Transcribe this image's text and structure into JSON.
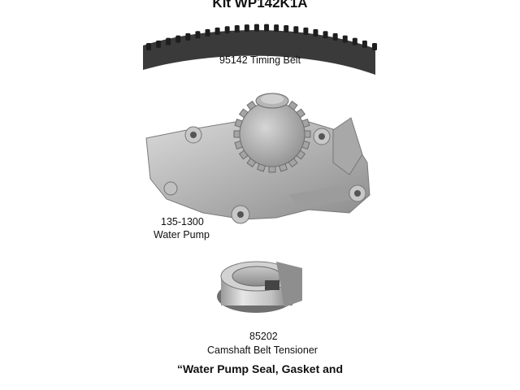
{
  "kit_title": "Kit WP142K1A",
  "parts": [
    {
      "part_number": "95142",
      "name": "Timing Belt"
    },
    {
      "part_number": "135-1300",
      "name": "Water Pump"
    },
    {
      "part_number": "85202",
      "name": "Camshaft Belt Tensioner"
    }
  ],
  "labels": {
    "timing_belt": "95142 Timing Belt",
    "water_pump_number": "135-1300",
    "water_pump_name": "Water Pump",
    "tensioner_number": "85202",
    "tensioner_name": "Camshaft Belt Tensioner"
  },
  "footnote": "“Water Pump Seal, Gasket and"
}
